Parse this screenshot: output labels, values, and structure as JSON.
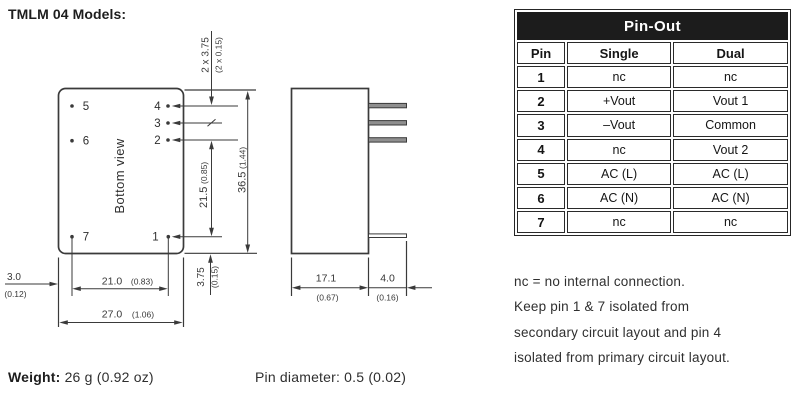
{
  "page_title": "TMLM 04 Models:",
  "drawing": {
    "bottom_view_label": "Bottom view",
    "pins": {
      "1": "1",
      "2": "2",
      "3": "3",
      "4": "4",
      "5": "5",
      "6": "6",
      "7": "7"
    },
    "dims": {
      "pitch_mm": "2 x 3.75",
      "pitch_in": "(2 x 0.15)",
      "h21_5_mm": "21.5",
      "h21_5_in": "(0.85)",
      "h36_5_mm": "36.5",
      "h36_5_in": "(1.44)",
      "off3_0_mm": "3.0",
      "off3_0_in": "(0.12)",
      "w21_0_mm": "21.0",
      "w21_0_in": "(0.83)",
      "w27_0_mm": "27.0",
      "w27_0_in": "(1.06)",
      "off3_75_mm": "3.75",
      "off3_75_in": "(0.15)",
      "d17_1_mm": "17.1",
      "d17_1_in": "(0.67)",
      "pin4_0_mm": "4.0",
      "pin4_0_in": "(0.16)"
    }
  },
  "pinout_table": {
    "title": "Pin-Out",
    "columns": [
      "Pin",
      "Single",
      "Dual"
    ],
    "rows": [
      {
        "pin": "1",
        "single": "nc",
        "dual": "nc"
      },
      {
        "pin": "2",
        "single": "+Vout",
        "dual": "Vout 1"
      },
      {
        "pin": "3",
        "single": "–Vout",
        "dual": "Common"
      },
      {
        "pin": "4",
        "single": "nc",
        "dual": "Vout 2"
      },
      {
        "pin": "5",
        "single": "AC (L)",
        "dual": "AC (L)"
      },
      {
        "pin": "6",
        "single": "AC (N)",
        "dual": "AC (N)"
      },
      {
        "pin": "7",
        "single": "nc",
        "dual": "nc"
      }
    ]
  },
  "notes": {
    "line1": "nc = no internal connection.",
    "line2": "Keep pin 1 & 7 isolated from",
    "line3": "secondary circuit layout and pin 4",
    "line4": "isolated from primary circuit layout."
  },
  "footer": {
    "weight_label": "Weight:",
    "weight_value": "26 g",
    "weight_imperial": "(0.92 oz)",
    "pin_diameter": "Pin diameter: 0.5 (0.02)"
  },
  "colors": {
    "ink": "#3a3a3a",
    "table_border": "#262626",
    "table_header_bg": "#1c1c1c",
    "pin_lead_fill": "#8f8f8f"
  }
}
